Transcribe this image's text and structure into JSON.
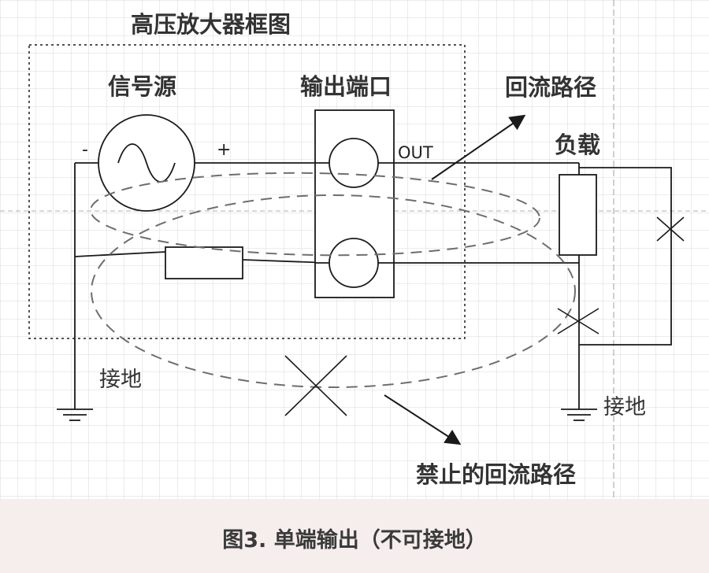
{
  "colors": {
    "background": "#ffffff",
    "grid_line": "#d8d8d8",
    "axis_line": "#b0b0b0",
    "circuit_line": "#1a1a1a",
    "dashed_loop": "#6e6e6e",
    "caption_band": "#f6eded",
    "label_text": "#333333"
  },
  "labels": {
    "amplifier_box_title": "高压放大器框图",
    "signal_source": "信号源",
    "output_port": "输出端口",
    "return_path": "回流路径",
    "load": "负载",
    "out_terminal": "OUT",
    "minus_sign": "-",
    "plus_sign": "+",
    "ground_left": "接地",
    "ground_right": "接地",
    "forbidden_return_path": "禁止的回流路径"
  },
  "caption": {
    "text": "图3. 单端输出（不可接地）"
  },
  "icons": {
    "source": "ac-voltage-source-icon",
    "ground": "ground-symbol-icon",
    "forbidden": "x-cross-icon"
  }
}
